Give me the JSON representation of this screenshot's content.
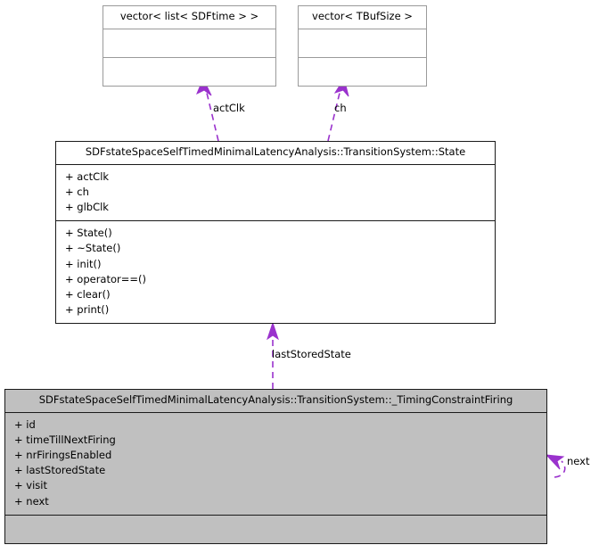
{
  "diagram": {
    "kind": "uml-collaboration-diagram",
    "accent_color": "#9a32cd",
    "filled_class_color": "#c0c0c0",
    "background_color": "#ffffff"
  },
  "classes": [
    {
      "id": "vector-list-sdftime",
      "title": "vector< list< SDFtime > >",
      "attributes": [],
      "methods": [],
      "highlighted": false
    },
    {
      "id": "vector-tbufsize",
      "title": "vector< TBufSize >",
      "attributes": [],
      "methods": [],
      "highlighted": false
    },
    {
      "id": "state",
      "title": "SDFstateSpaceSelfTimedMinimalLatencyAnalysis::TransitionSystem::State",
      "attributes": [
        "+ actClk",
        "+ ch",
        "+ glbClk"
      ],
      "methods": [
        "+ State()",
        "+ ~State()",
        "+ init()",
        "+ operator==()",
        "+ clear()",
        "+ print()"
      ],
      "highlighted": false
    },
    {
      "id": "timing-constraint-firing",
      "title": "SDFstateSpaceSelfTimedMinimalLatencyAnalysis::TransitionSystem::_TimingConstraintFiring",
      "attributes": [
        "+ id",
        "+ timeTillNextFiring",
        "+ nrFiringsEnabled",
        "+ lastStoredState",
        "+ visit",
        "+ next"
      ],
      "methods": [],
      "highlighted": true
    }
  ],
  "edges": [
    {
      "id": "edge-actclk",
      "label": "actClk",
      "from": "state",
      "to": "vector-list-sdftime",
      "style": "dashed",
      "arrow": "open"
    },
    {
      "id": "edge-ch",
      "label": "ch",
      "from": "state",
      "to": "vector-tbufsize",
      "style": "dashed",
      "arrow": "open"
    },
    {
      "id": "edge-laststoredstate",
      "label": "lastStoredState",
      "from": "timing-constraint-firing",
      "to": "state",
      "style": "dashed",
      "arrow": "open"
    },
    {
      "id": "edge-next",
      "label": "next",
      "from": "timing-constraint-firing",
      "to": "timing-constraint-firing",
      "style": "dashed",
      "arrow": "open"
    }
  ]
}
